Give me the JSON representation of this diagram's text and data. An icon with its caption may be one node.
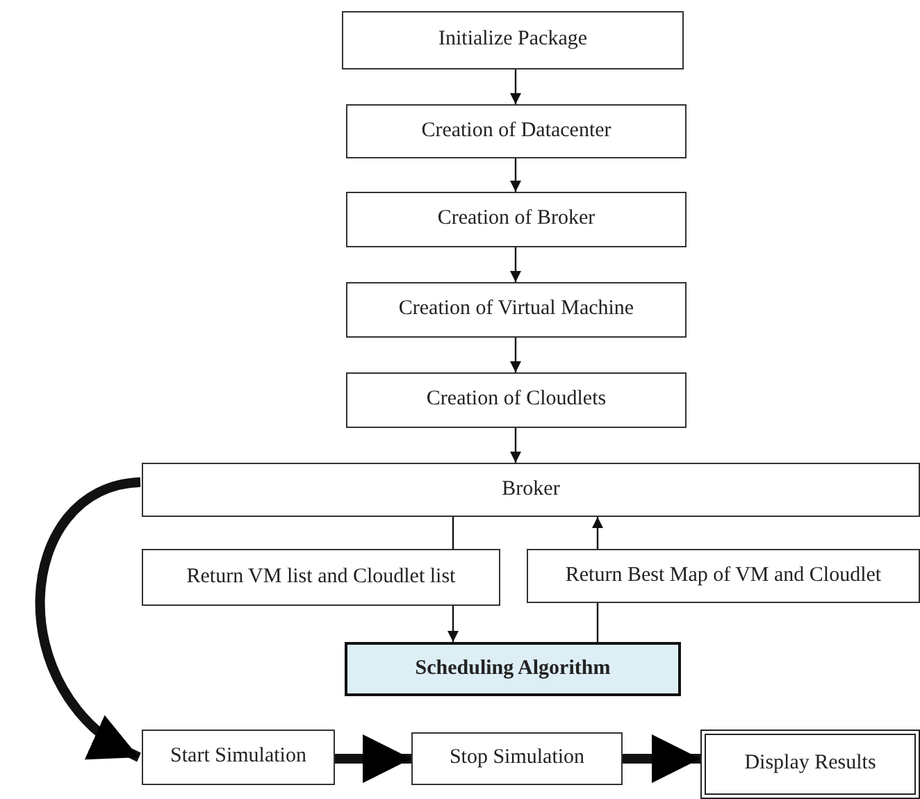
{
  "diagram": {
    "nodes": [
      {
        "text": [
          "Initialize Package"
        ]
      },
      {
        "text": [
          "Creation of Datacenter"
        ]
      },
      {
        "text": [
          "Creation of Broker"
        ]
      },
      {
        "text": [
          "Creation of Virtual Machine"
        ]
      },
      {
        "text": [
          "Creation of Cloudlets"
        ]
      },
      {
        "text": [
          "Broker"
        ]
      },
      {
        "text": [
          "Return VM list and Cloudlet list"
        ]
      },
      {
        "text": [
          "Return Best Map of VM and Cloudlet"
        ]
      },
      {
        "text": [
          "Scheduling Algorithm"
        ]
      },
      {
        "text": [
          "Start Simulation"
        ]
      },
      {
        "text": [
          "Stop Simulation"
        ]
      },
      {
        "text": [
          "Display Results"
        ]
      }
    ],
    "edges": [
      {
        "from": 0,
        "to": 1,
        "arrow": "to"
      },
      {
        "from": 1,
        "to": 2,
        "arrow": "to"
      },
      {
        "from": 2,
        "to": 3,
        "arrow": "to"
      },
      {
        "from": 3,
        "to": 4,
        "arrow": "to"
      },
      {
        "from": 4,
        "to": 5,
        "arrow": "to"
      },
      {
        "from": 5,
        "to": 6,
        "arrow": "none"
      },
      {
        "from": 6,
        "to": 8,
        "arrow": "to"
      },
      {
        "from": 8,
        "to": 7,
        "arrow": "none"
      },
      {
        "from": 7,
        "to": 5,
        "arrow": "to"
      },
      {
        "from": 5,
        "to": 9,
        "arrow": "to",
        "style": "thick"
      },
      {
        "from": 9,
        "to": 10,
        "arrow": "to",
        "style": "thick"
      },
      {
        "from": 10,
        "to": 11,
        "arrow": "to",
        "style": "thick"
      }
    ]
  }
}
